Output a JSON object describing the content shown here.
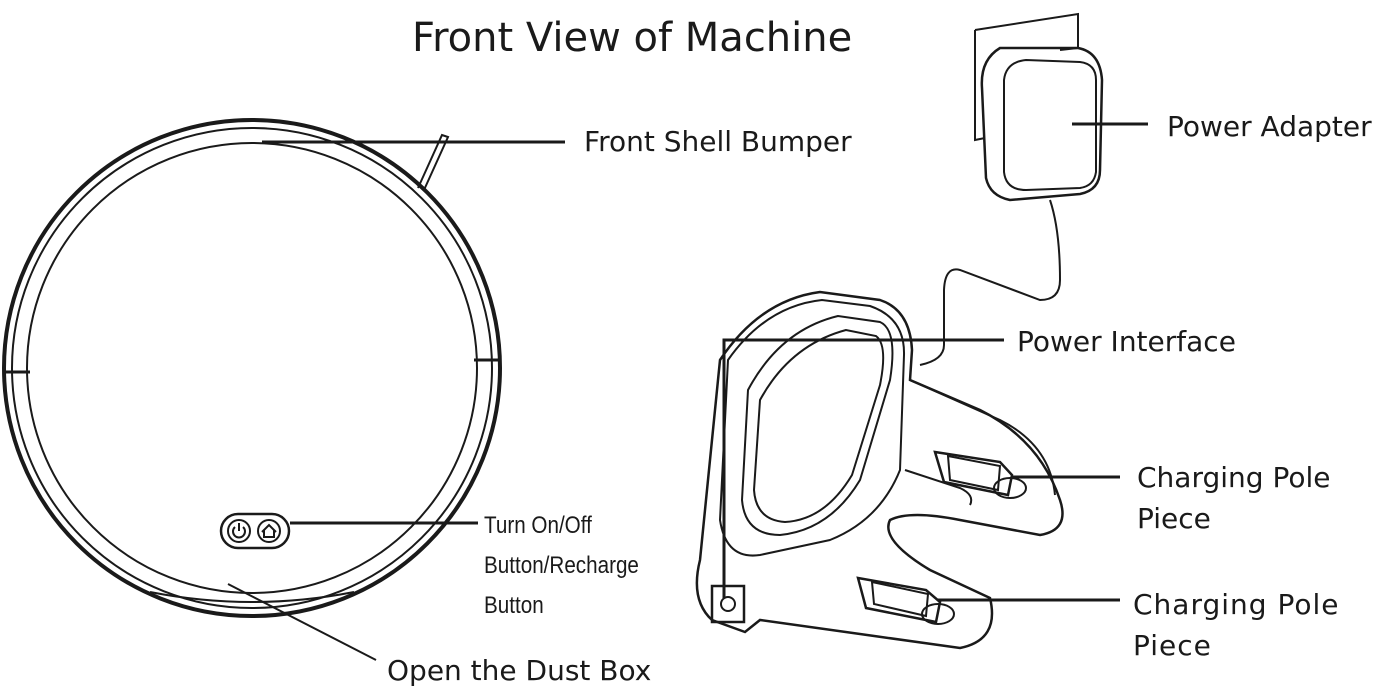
{
  "title": "Front View of Machine",
  "labels": {
    "front_shell_bumper": "Front Shell Bumper",
    "power_adapter": "Power Adapter",
    "power_interface": "Power Interface",
    "charging_pole_piece_1": "Charging Pole Piece",
    "charging_pole_piece_2": "Charging Pole Piece",
    "button_label": "Turn On/Off Button/Recharge Button",
    "open_dust_box": "Open the Dust Box"
  },
  "icons": {
    "power": "power-icon",
    "home": "home-icon"
  },
  "colors": {
    "line": "#1a1a1a",
    "background": "#ffffff"
  }
}
